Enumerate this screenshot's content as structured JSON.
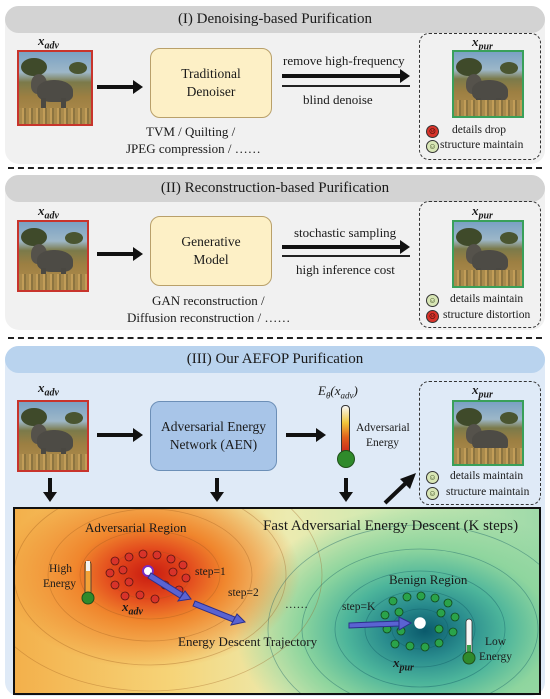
{
  "panel1": {
    "title": "(I) Denoising-based Purification",
    "input_var": "x",
    "input_sub": "adv",
    "module_line1": "Traditional",
    "module_line2": "Denoiser",
    "methods_line1": "TVM / Quilting /",
    "methods_line2": "JPEG compression / ……",
    "arrow_top": "remove high-frequency",
    "arrow_bottom": "blind denoise",
    "output_var": "x",
    "output_sub": "pur",
    "outcome1": "details drop",
    "outcome2": "structure maintain"
  },
  "panel2": {
    "title": "(II) Reconstruction-based Purification",
    "input_var": "x",
    "input_sub": "adv",
    "module_line1": "Generative",
    "module_line2": "Model",
    "methods_line1": "GAN reconstruction /",
    "methods_line2": "Diffusion reconstruction / ……",
    "arrow_top": "stochastic sampling",
    "arrow_bottom": "high inference cost",
    "output_var": "x",
    "output_sub": "pur",
    "outcome1": "details maintain",
    "outcome2": "structure distortion"
  },
  "panel3": {
    "title": "(III) Our AEFOP Purification",
    "input_var": "x",
    "input_sub": "adv",
    "module_line1": "Adversarial Energy",
    "module_line2": "Network (AEN)",
    "energy_label_prefix": "E",
    "energy_label_sub": "θ",
    "energy_label_arg": "(x",
    "energy_label_arg_sub": "adv",
    "energy_label_close": ")",
    "therm_line1": "Adversarial",
    "therm_line2": "Energy",
    "output_var": "x",
    "output_sub": "pur",
    "outcome1": "details maintain",
    "outcome2": "structure maintain"
  },
  "landscape": {
    "title": "Fast Adversarial Energy Descent (K steps)",
    "adv_region": "Adversarial Region",
    "benign_region": "Benign Region",
    "high_energy_line1": "High",
    "high_energy_line2": "Energy",
    "low_energy_line1": "Low",
    "low_energy_line2": "Energy",
    "step1": "step=1",
    "step2": "step=2",
    "stepK": "step=K",
    "ellipsis": "……",
    "trajectory": "Energy Descent Trajectory",
    "adv_var": "x",
    "adv_sub": "adv",
    "pur_var": "x",
    "pur_sub": "pur"
  },
  "icons": {
    "sad": "sad-face-icon",
    "happy": "happy-face-icon",
    "thermometer": "thermometer-icon"
  },
  "colors": {
    "adv_border": "#c8342c",
    "pur_border": "#39a05a",
    "denoiser_fill": "#fdf0c6",
    "aen_fill": "#a8c5e8",
    "adv_dot": "#d8332a",
    "benign_dot": "#2aa34a",
    "trajectory": "#4b56c8"
  }
}
